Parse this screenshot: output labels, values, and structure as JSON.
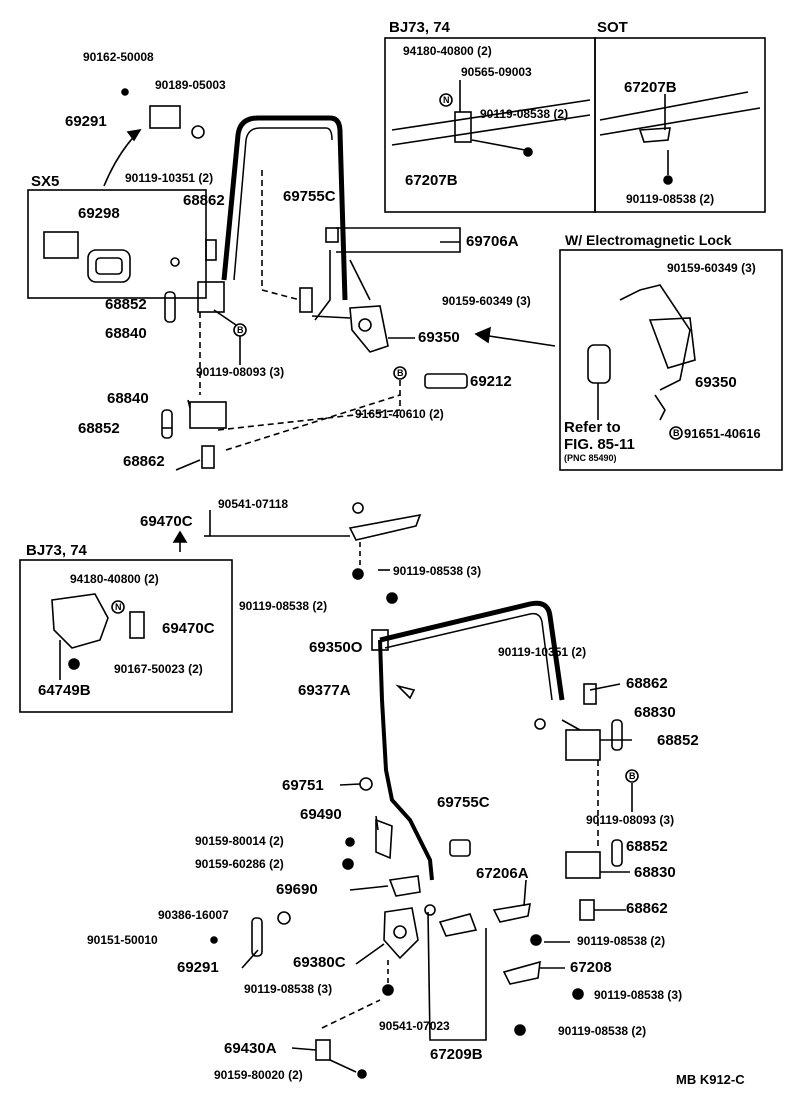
{
  "insets": {
    "bj_top": "BJ73, 74",
    "sot": "SOT",
    "sx5": "SX5",
    "emlock": "W/ Electromagnetic Lock",
    "bj_bottom": "BJ73, 74"
  },
  "parts": {
    "p1": "90162-50008",
    "p2": "90189-05003",
    "p3": "69291",
    "p4": "90119-10351 (2)",
    "p5": "69298",
    "p6": "68862",
    "p7": "69755C",
    "p8": "69706A",
    "p9": "68852",
    "p10": "68840",
    "p11": "90159-60349 (3)",
    "p12": "69350",
    "p13": "90119-08093 (3)",
    "p14": "69212",
    "p15": "68840",
    "p16": "68852",
    "p17": "91651-40610 (2)",
    "p18": "68862",
    "p19": "94180-40800 (2)",
    "p20": "90565-09003",
    "p21": "90119-08538 (2)",
    "p22": "67207B",
    "p23": "67207B",
    "p24": "90119-08538 (2)",
    "p25": "90159-60349 (3)",
    "p26": "69350",
    "p27": "91651-40616",
    "p28": "90541-07118",
    "p29": "69470C",
    "p30": "90119-08538 (3)",
    "p31": "94180-40800 (2)",
    "p32": "69470C",
    "p33": "90167-50023 (2)",
    "p34": "64749B",
    "p35": "90119-08538 (2)",
    "p36": "69350O",
    "p37": "69377A",
    "p38": "90119-10351 (2)",
    "p39": "68862",
    "p40": "68830",
    "p41": "68852",
    "p42": "69751",
    "p43": "90119-08093 (3)",
    "p44": "69490",
    "p45": "69755C",
    "p46": "90159-80014 (2)",
    "p47": "68852",
    "p48": "90159-60286 (2)",
    "p49": "68830",
    "p50": "69690",
    "p51": "67206A",
    "p52": "90386-16007",
    "p53": "68862",
    "p54": "90151-50010",
    "p55": "90119-08538 (2)",
    "p56": "69291",
    "p57": "69380C",
    "p58": "67208",
    "p59": "90119-08538 (3)",
    "p60": "90119-08538 (3)",
    "p61": "90541-07023",
    "p62": "90119-08538 (2)",
    "p63": "69430A",
    "p64": "67209B",
    "p65": "90159-80020 (2)"
  },
  "refer": {
    "line1": "Refer to",
    "line2": "FIG. 85-11",
    "line3": "(PNC 85490)"
  },
  "footer": "MB  K912-C"
}
